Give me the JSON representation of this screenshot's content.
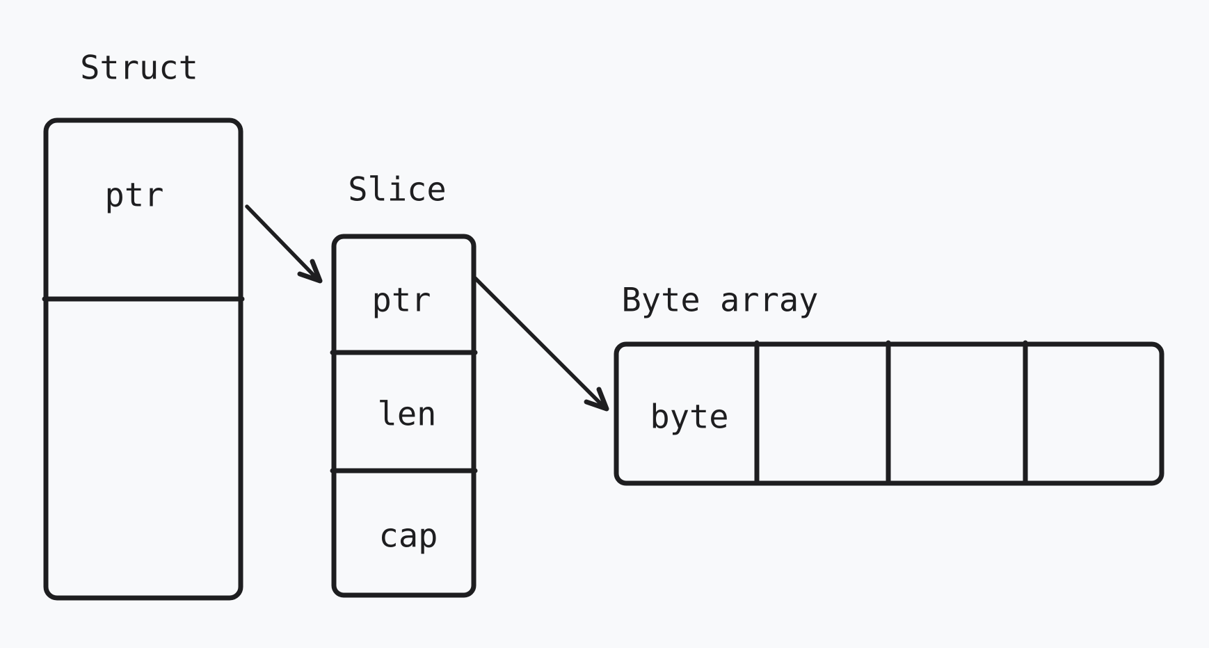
{
  "colors": {
    "background": "#f8f9fb",
    "ink": "#1e1e20"
  },
  "diagram": {
    "struct": {
      "title": "Struct",
      "fields": [
        "ptr",
        ""
      ]
    },
    "slice": {
      "title": "Slice",
      "fields": [
        "ptr",
        "len",
        "cap"
      ]
    },
    "byte_array": {
      "title": "Byte array",
      "cells": [
        "byte",
        "",
        "",
        ""
      ]
    },
    "arrows": [
      {
        "from": "Struct.ptr",
        "to": "Slice"
      },
      {
        "from": "Slice.ptr",
        "to": "Byte array"
      }
    ]
  }
}
